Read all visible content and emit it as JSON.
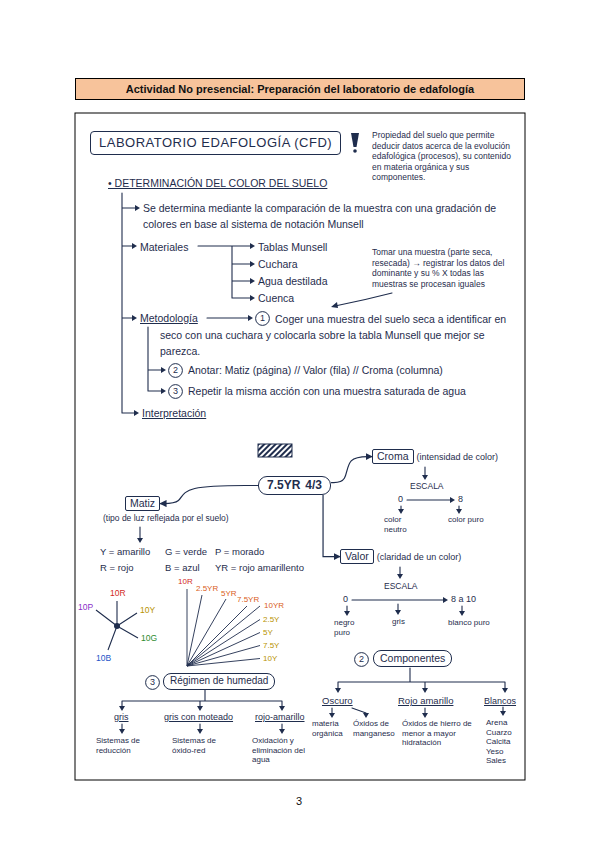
{
  "diagram": {
    "title": "Actividad No presencial: Preparación del laboratorio de edafología",
    "nodes": [
      {
        "text": [
          "LABORATORIO EDAFOLOGÍA (CFD)"
        ]
      },
      {
        "text": [
          "1"
        ]
      },
      {
        "text": [
          "2"
        ]
      },
      {
        "text": [
          "3"
        ]
      },
      {
        "text": [
          "7.5YR",
          "4/3"
        ]
      },
      {
        "text": [
          "Croma",
          "(intensidad de color)"
        ]
      },
      {
        "text": [
          "Matiz",
          "(tipo de luz reflejada por el suelo)"
        ]
      },
      {
        "text": [
          "Valor",
          "(claridad de un color)"
        ]
      },
      {
        "text": [
          "2"
        ]
      },
      {
        "text": [
          "Componentes"
        ]
      },
      {
        "text": [
          "3"
        ]
      },
      {
        "text": [
          "Régimen de humedad"
        ]
      }
    ],
    "edges": [
      {
        "from": 4,
        "to": 5,
        "arrow": "to"
      },
      {
        "from": 4,
        "to": 6,
        "arrow": "to"
      },
      {
        "from": 4,
        "to": 7,
        "arrow": "to"
      }
    ],
    "labels": [
      "Propiedad del suelo que permite deducir datos acerca de la evolución edafológica (procesos), su contenido en materia orgánica y sus componentes.",
      "• DETERMINACIÓN DEL COLOR DEL SUELO",
      "Se determina mediante la comparación de la muestra con una gradación de colores en base al sistema de notación Munsell",
      "Materiales",
      "Tablas Munsell",
      "Cuchara",
      "Agua destilada",
      "Cuenca",
      "Tomar una muestra (parte seca, resecada) → registrar los datos del dominante y su % X todas las muestras se procesan iguales",
      "Metodología",
      "Coger una muestra del suelo seca a identificar en seco con una cuchara y colocarla sobre la tabla Munsell que mejor se parezca.",
      "Anotar: Matiz (página) // Valor (fila) // Croma (columna)",
      "Repetir la misma acción con una muestra saturada de agua",
      "Interpretación",
      "ESCALA",
      "0",
      "8",
      "color neutro",
      "color puro",
      "Y = amarillo",
      "G = verde",
      "P = morado",
      "R = rojo",
      "B = azul",
      "YR = rojo amarillento",
      "10R",
      "10Y",
      "10G",
      "10B",
      "10P",
      "10R",
      "2.5YR",
      "5YR",
      "7.5YR",
      "10YR",
      "2.5Y",
      "5Y",
      "7.5Y",
      "10Y",
      "ESCALA",
      "0",
      "8 a 10",
      "negro puro",
      "gris",
      "blanco puro",
      "Oscuro",
      "Rojo amarillo",
      "Blancos",
      "materia orgánica",
      "Óxidos de manganeso",
      "Óxidos de hierro de menor a mayor hidratación",
      "Arena Cuarzo Calcita Yeso Sales",
      "gris",
      "gris con moteado",
      "rojo-amarillo",
      "Sistemas de reducción",
      "Sistemas de óxido-red",
      "Oxidación y eliminación del agua",
      "3"
    ]
  }
}
